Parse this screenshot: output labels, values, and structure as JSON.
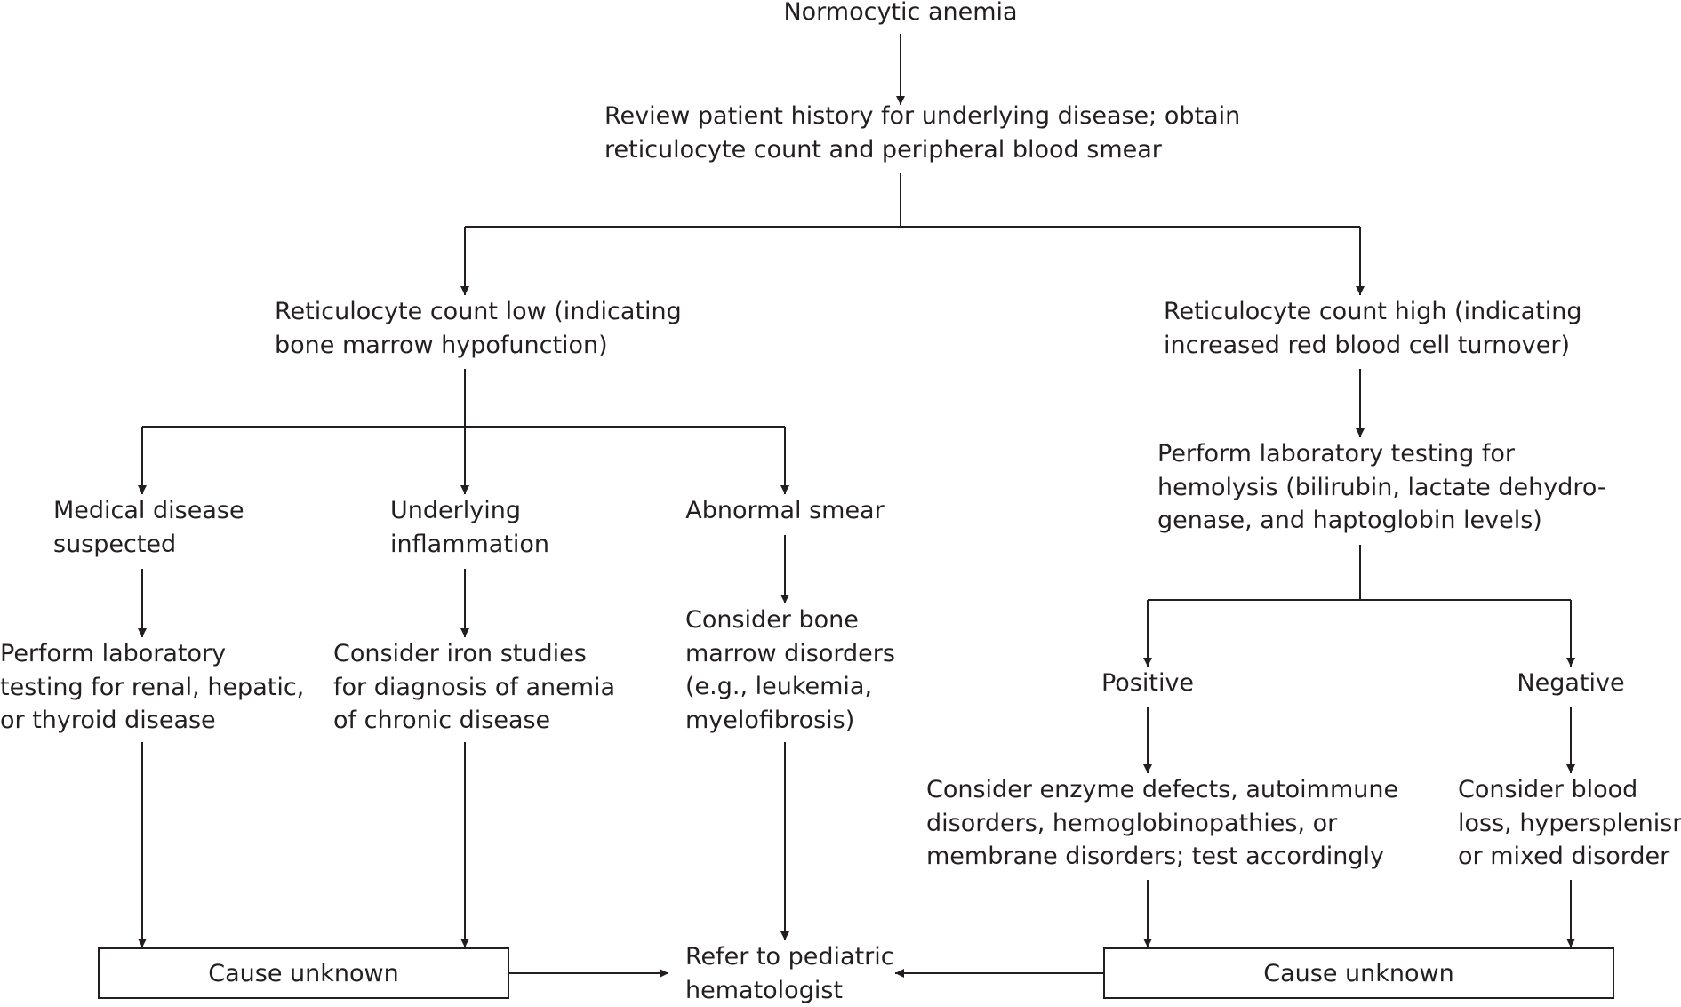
{
  "nodes": {
    "root": "Normocytic anemia",
    "review": [
      "Review patient history for underlying disease; obtain",
      "reticulocyte count and peripheral blood smear"
    ],
    "retic_low": [
      "Reticulocyte count low (indicating",
      "bone marrow hypofunction)"
    ],
    "retic_high": [
      "Reticulocyte count high (indicating",
      "increased red blood cell turnover)"
    ],
    "medical": [
      "Medical disease",
      "suspected"
    ],
    "inflammation": [
      "Underlying",
      "inflammation"
    ],
    "abnormal": "Abnormal smear",
    "lab_renal": [
      "Perform laboratory",
      "testing for renal, hepatic,",
      "or thyroid disease"
    ],
    "iron": [
      "Consider iron studies",
      "for diagnosis of anemia",
      "of chronic disease"
    ],
    "bone_marrow": [
      "Consider bone",
      "marrow disorders",
      "(e.g., leukemia,",
      "myelofibrosis)"
    ],
    "hemolysis": [
      "Perform laboratory testing for",
      "hemolysis (bilirubin, lactate dehydro-",
      "genase, and haptoglobin levels)"
    ],
    "positive": "Positive",
    "negative": "Negative",
    "enzyme": [
      "Consider enzyme defects, autoimmune",
      "disorders, hemoglobinopathies, or",
      "membrane disorders; test accordingly"
    ],
    "blood_loss": [
      "Consider blood",
      "loss, hypersplenism,",
      "or mixed disorder"
    ],
    "cause_left": "Cause unknown",
    "cause_right": "Cause unknown",
    "refer": [
      "Refer to pediatric",
      "hematologist"
    ]
  },
  "colors": {
    "ink": "#231f20",
    "background": "#ffffff"
  }
}
